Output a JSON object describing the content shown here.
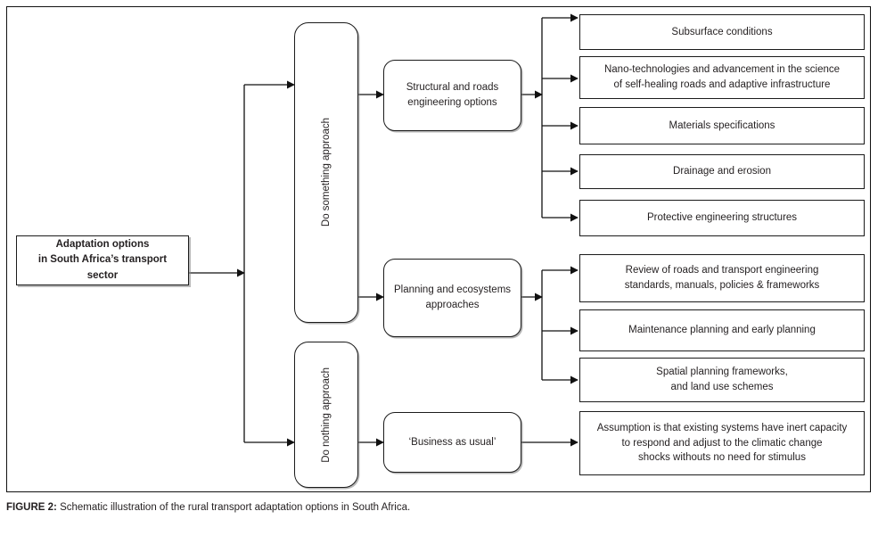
{
  "figure": {
    "caption_prefix": "FIGURE 2:",
    "caption_text": " Schematic illustration of the rural transport adaptation options in South Africa.",
    "frame_color": "#111111",
    "line_color": "#1b1b1b",
    "text_color": "#231f20"
  },
  "diagram": {
    "type": "flowchart",
    "root": {
      "label": "Adaptation options\nin South Africa’s transport\nsector"
    },
    "approaches": [
      {
        "id": "do-something",
        "label": "Do something approach",
        "orientation": "vertical"
      },
      {
        "id": "do-nothing",
        "label": "Do nothing approach",
        "orientation": "vertical"
      }
    ],
    "categories": [
      {
        "id": "structural-roads",
        "label": "Structural and roads\nengineering options",
        "parent": "do-something"
      },
      {
        "id": "planning-ecosystems",
        "label": "Planning and ecosystems\napproaches",
        "parent": "do-something"
      },
      {
        "id": "business-as-usual",
        "label": "‘Business as usual’",
        "parent": "do-nothing"
      }
    ],
    "options": [
      {
        "id": "subsurface-conditions",
        "parent": "structural-roads",
        "label": "Subsurface conditions"
      },
      {
        "id": "nano-technologies",
        "parent": "structural-roads",
        "label": "Nano-technologies and advancement in the science\nof self-healing roads and adaptive infrastructure"
      },
      {
        "id": "materials-specifications",
        "parent": "structural-roads",
        "label": "Materials specifications"
      },
      {
        "id": "drainage-erosion",
        "parent": "structural-roads",
        "label": "Drainage and erosion"
      },
      {
        "id": "protective-structures",
        "parent": "structural-roads",
        "label": "Protective engineering structures"
      },
      {
        "id": "review-standards",
        "parent": "planning-ecosystems",
        "label": "Review of roads and transport engineering\nstandards, manuals, policies & frameworks"
      },
      {
        "id": "maintenance-planning",
        "parent": "planning-ecosystems",
        "label": "Maintenance planning and early planning"
      },
      {
        "id": "spatial-planning",
        "parent": "planning-ecosystems",
        "label": "Spatial planning frameworks,\nand land use schemes"
      },
      {
        "id": "assumption-inert-capacity",
        "parent": "business-as-usual",
        "label": "Assumption is that existing systems have inert capacity\nto respond and adjust to the climatic change\nshocks withouts no need for stimulus"
      }
    ]
  }
}
